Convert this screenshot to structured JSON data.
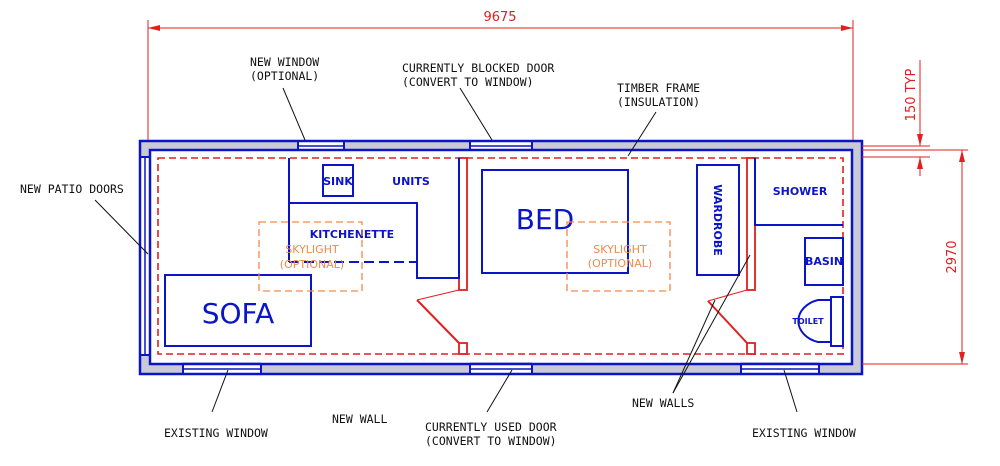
{
  "dimensions": {
    "overall_length": "9675",
    "wall_thickness": "150 TYP",
    "overall_width": "2970"
  },
  "annotations": {
    "new_window": [
      "NEW WINDOW",
      "(OPTIONAL)"
    ],
    "blocked_door": [
      "CURRENTLY BLOCKED DOOR",
      "(CONVERT TO WINDOW)"
    ],
    "timber_frame": [
      "TIMBER FRAME",
      "(INSULATION)"
    ],
    "patio_doors": "NEW PATIO DOORS",
    "existing_window_left": "EXISTING WINDOW",
    "new_wall": "NEW WALL",
    "used_door": [
      "CURRENTLY USED DOOR",
      "(CONVERT TO WINDOW)"
    ],
    "new_walls": "NEW WALLS",
    "existing_window_right": "EXISTING WINDOW"
  },
  "rooms": {
    "sink": "SINK",
    "units": "UNITS",
    "kitchenette": "KITCHENETTE",
    "sofa": "SOFA",
    "bed": "BED",
    "wardrobe": "WARDROBE",
    "shower": "SHOWER",
    "basin": "BASIN",
    "toilet": "TOILET",
    "skylight_1": [
      "SKYLIGHT",
      "(OPTIONAL)"
    ],
    "skylight_2": [
      "SKYLIGHT",
      "(OPTIONAL)"
    ]
  },
  "colors": {
    "existing_wall": "#0b14c8",
    "wall_fill": "#c9cad3",
    "new_construction": "#e0201e",
    "skylight": "#f08a4b",
    "annotation": "#111111"
  }
}
